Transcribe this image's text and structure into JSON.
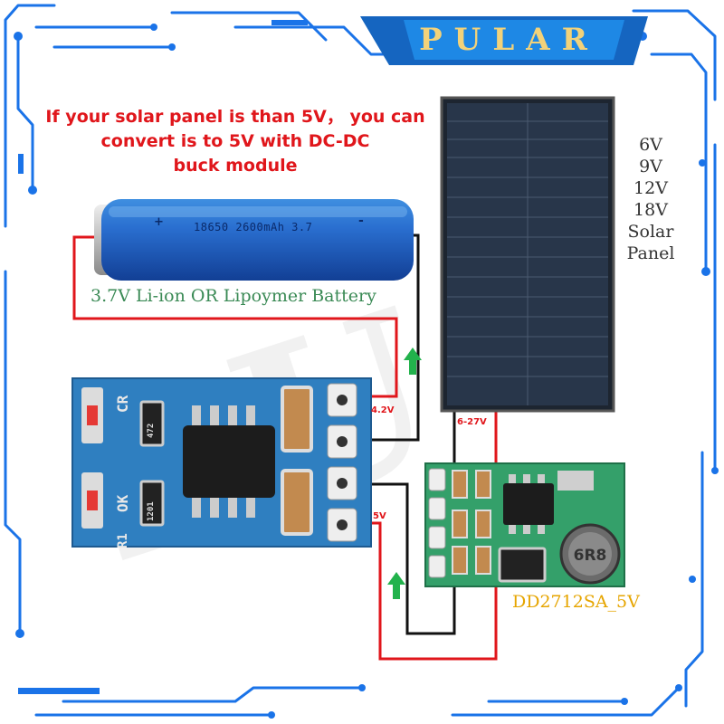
{
  "brand": {
    "name": "PULAR"
  },
  "warning": {
    "lines": [
      "If your solar panel is than 5V，  you can",
      "convert is to 5V with DC-DC",
      "buck module"
    ]
  },
  "solar_panel": {
    "voltages": [
      "6V",
      "9V",
      "12V",
      "18V",
      "Solar",
      "Panel"
    ]
  },
  "battery": {
    "label": "3.7V Li-ion OR Lipoymer Battery",
    "print": "18650 2600mAh 3.7",
    "plus": "+",
    "minus": "-"
  },
  "charger_board": {
    "silkscreen": {
      "cr": "CR",
      "ok": "OK",
      "r1": "R1",
      "r472": "472",
      "r1201": "1201"
    }
  },
  "wire_labels": {
    "battery_out": "4.2V",
    "solar_in": "6-27V",
    "buck_out": "5V"
  },
  "buck_module": {
    "label": "DD2712SA_5V",
    "inductor": "6R8"
  },
  "colors": {
    "frame_blue": "#1a73e8",
    "wire_red": "#e0161b",
    "wire_black": "#111111",
    "arrow_green": "#22b24c",
    "pcb_blue": "#2f7fc0",
    "pcb_green": "#34a06a"
  }
}
